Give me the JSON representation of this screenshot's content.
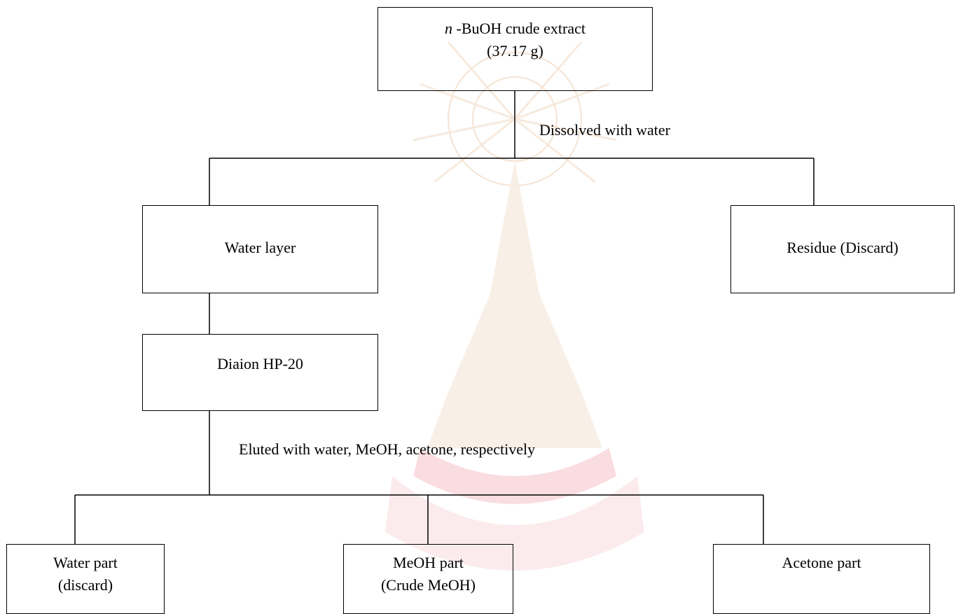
{
  "nodes": {
    "root": {
      "italic_prefix": "n",
      "line1_rest": " -BuOH crude extract",
      "line2": "(37.17 g)"
    },
    "water_layer": {
      "line1": "Water layer"
    },
    "residue": {
      "line1": "Residue (Discard)"
    },
    "diaion": {
      "line1": "Diaion HP-20"
    },
    "water_part": {
      "line1": "Water part",
      "line2": "(discard)"
    },
    "meoh_part": {
      "line1": "MeOH part",
      "line2": "(Crude MeOH)"
    },
    "acetone_part": {
      "line1": "Acetone part"
    }
  },
  "edge_labels": {
    "dissolved": "Dissolved with water",
    "eluted": "Eluted with water, MeOH, acetone, respectively"
  },
  "watermark": {
    "color": "#f2d9c4",
    "accent": "#f7c9cf"
  }
}
